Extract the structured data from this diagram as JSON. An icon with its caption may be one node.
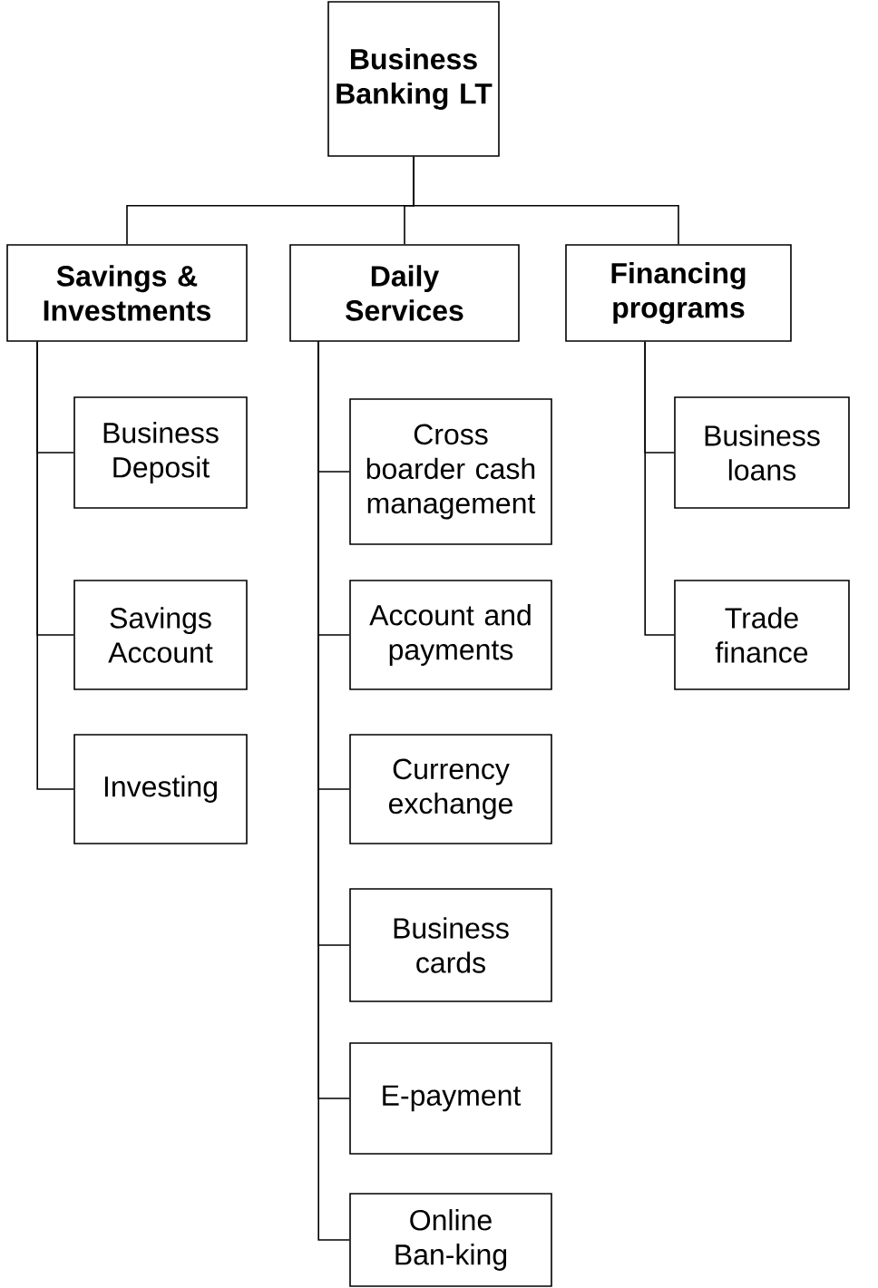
{
  "diagram": {
    "nodes": [
      {
        "text": [
          "Business Banking LT"
        ]
      },
      {
        "text": [
          "Savings & Investments"
        ]
      },
      {
        "text": [
          "Daily Services"
        ]
      },
      {
        "text": [
          "Financing programs"
        ]
      },
      {
        "text": [
          "Business Deposit"
        ]
      },
      {
        "text": [
          "Savings Account"
        ]
      },
      {
        "text": [
          "Investing"
        ]
      },
      {
        "text": [
          "Cross boarder cash management"
        ]
      },
      {
        "text": [
          "Account and payments"
        ]
      },
      {
        "text": [
          "Currency exchange"
        ]
      },
      {
        "text": [
          "Business cards"
        ]
      },
      {
        "text": [
          "E-payment"
        ]
      },
      {
        "text": [
          "Online Ban-king"
        ]
      },
      {
        "text": [
          "Business loans"
        ]
      },
      {
        "text": [
          "Trade finance"
        ]
      }
    ],
    "edges": [
      {
        "from": 0,
        "to": 1,
        "arrow": "none"
      },
      {
        "from": 0,
        "to": 2,
        "arrow": "none"
      },
      {
        "from": 0,
        "to": 3,
        "arrow": "none"
      },
      {
        "from": 1,
        "to": 4,
        "arrow": "none"
      },
      {
        "from": 1,
        "to": 5,
        "arrow": "none"
      },
      {
        "from": 1,
        "to": 6,
        "arrow": "none"
      },
      {
        "from": 2,
        "to": 7,
        "arrow": "none"
      },
      {
        "from": 2,
        "to": 8,
        "arrow": "none"
      },
      {
        "from": 2,
        "to": 9,
        "arrow": "none"
      },
      {
        "from": 2,
        "to": 10,
        "arrow": "none"
      },
      {
        "from": 2,
        "to": 11,
        "arrow": "none"
      },
      {
        "from": 2,
        "to": 12,
        "arrow": "none"
      },
      {
        "from": 3,
        "to": 13,
        "arrow": "none"
      },
      {
        "from": 3,
        "to": 14,
        "arrow": "none"
      }
    ]
  }
}
